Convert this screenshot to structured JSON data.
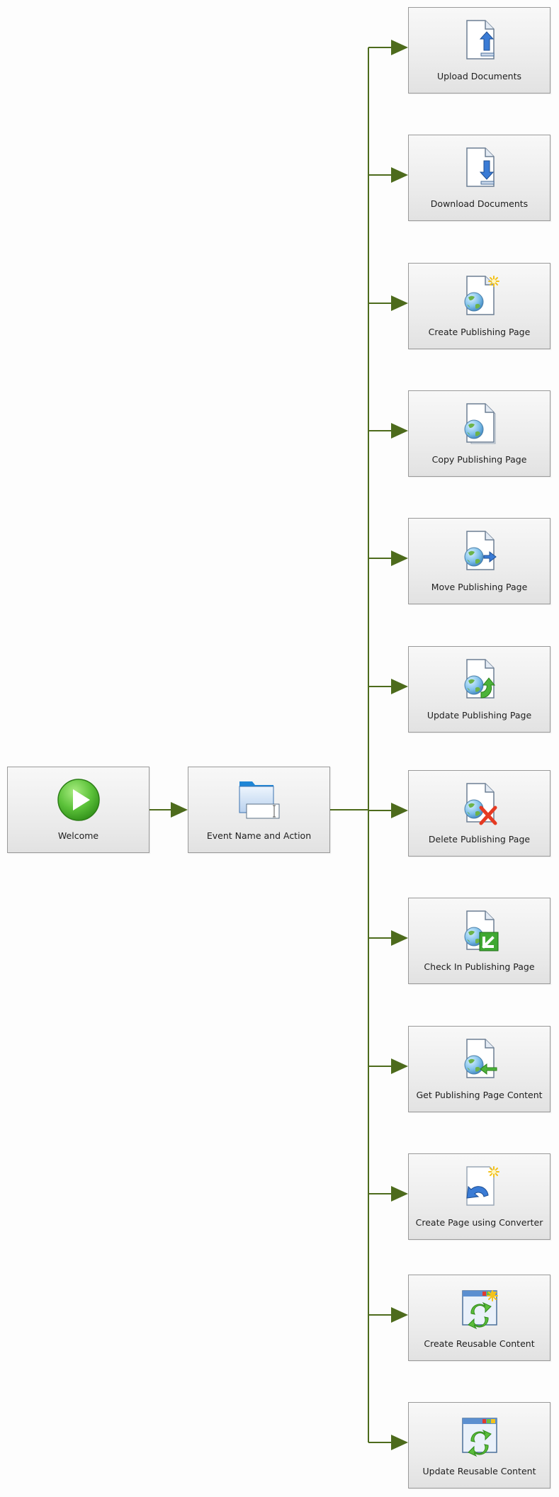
{
  "colors": {
    "connector": "#4d6b1c",
    "node_border": "#9a9a9a"
  },
  "start": {
    "label": "Welcome",
    "icon": "play-icon"
  },
  "event": {
    "label": "Event Name and Action",
    "icon": "folder-window-icon"
  },
  "actions": [
    {
      "label": "Upload Documents",
      "icon": "upload-document-icon"
    },
    {
      "label": "Download Documents",
      "icon": "download-document-icon"
    },
    {
      "label": "Create Publishing Page",
      "icon": "create-page-icon"
    },
    {
      "label": "Copy Publishing Page",
      "icon": "copy-page-icon"
    },
    {
      "label": "Move Publishing Page",
      "icon": "move-page-icon"
    },
    {
      "label": "Update Publishing Page",
      "icon": "update-page-icon"
    },
    {
      "label": "Delete Publishing Page",
      "icon": "delete-page-icon"
    },
    {
      "label": "Check In Publishing Page",
      "icon": "check-in-page-icon"
    },
    {
      "label": "Get Publishing Page Content",
      "icon": "get-content-icon"
    },
    {
      "label": "Create Page using Converter",
      "icon": "converter-icon"
    },
    {
      "label": "Create Reusable Content",
      "icon": "create-reusable-content-icon"
    },
    {
      "label": "Update Reusable Content",
      "icon": "update-reusable-content-icon"
    }
  ]
}
